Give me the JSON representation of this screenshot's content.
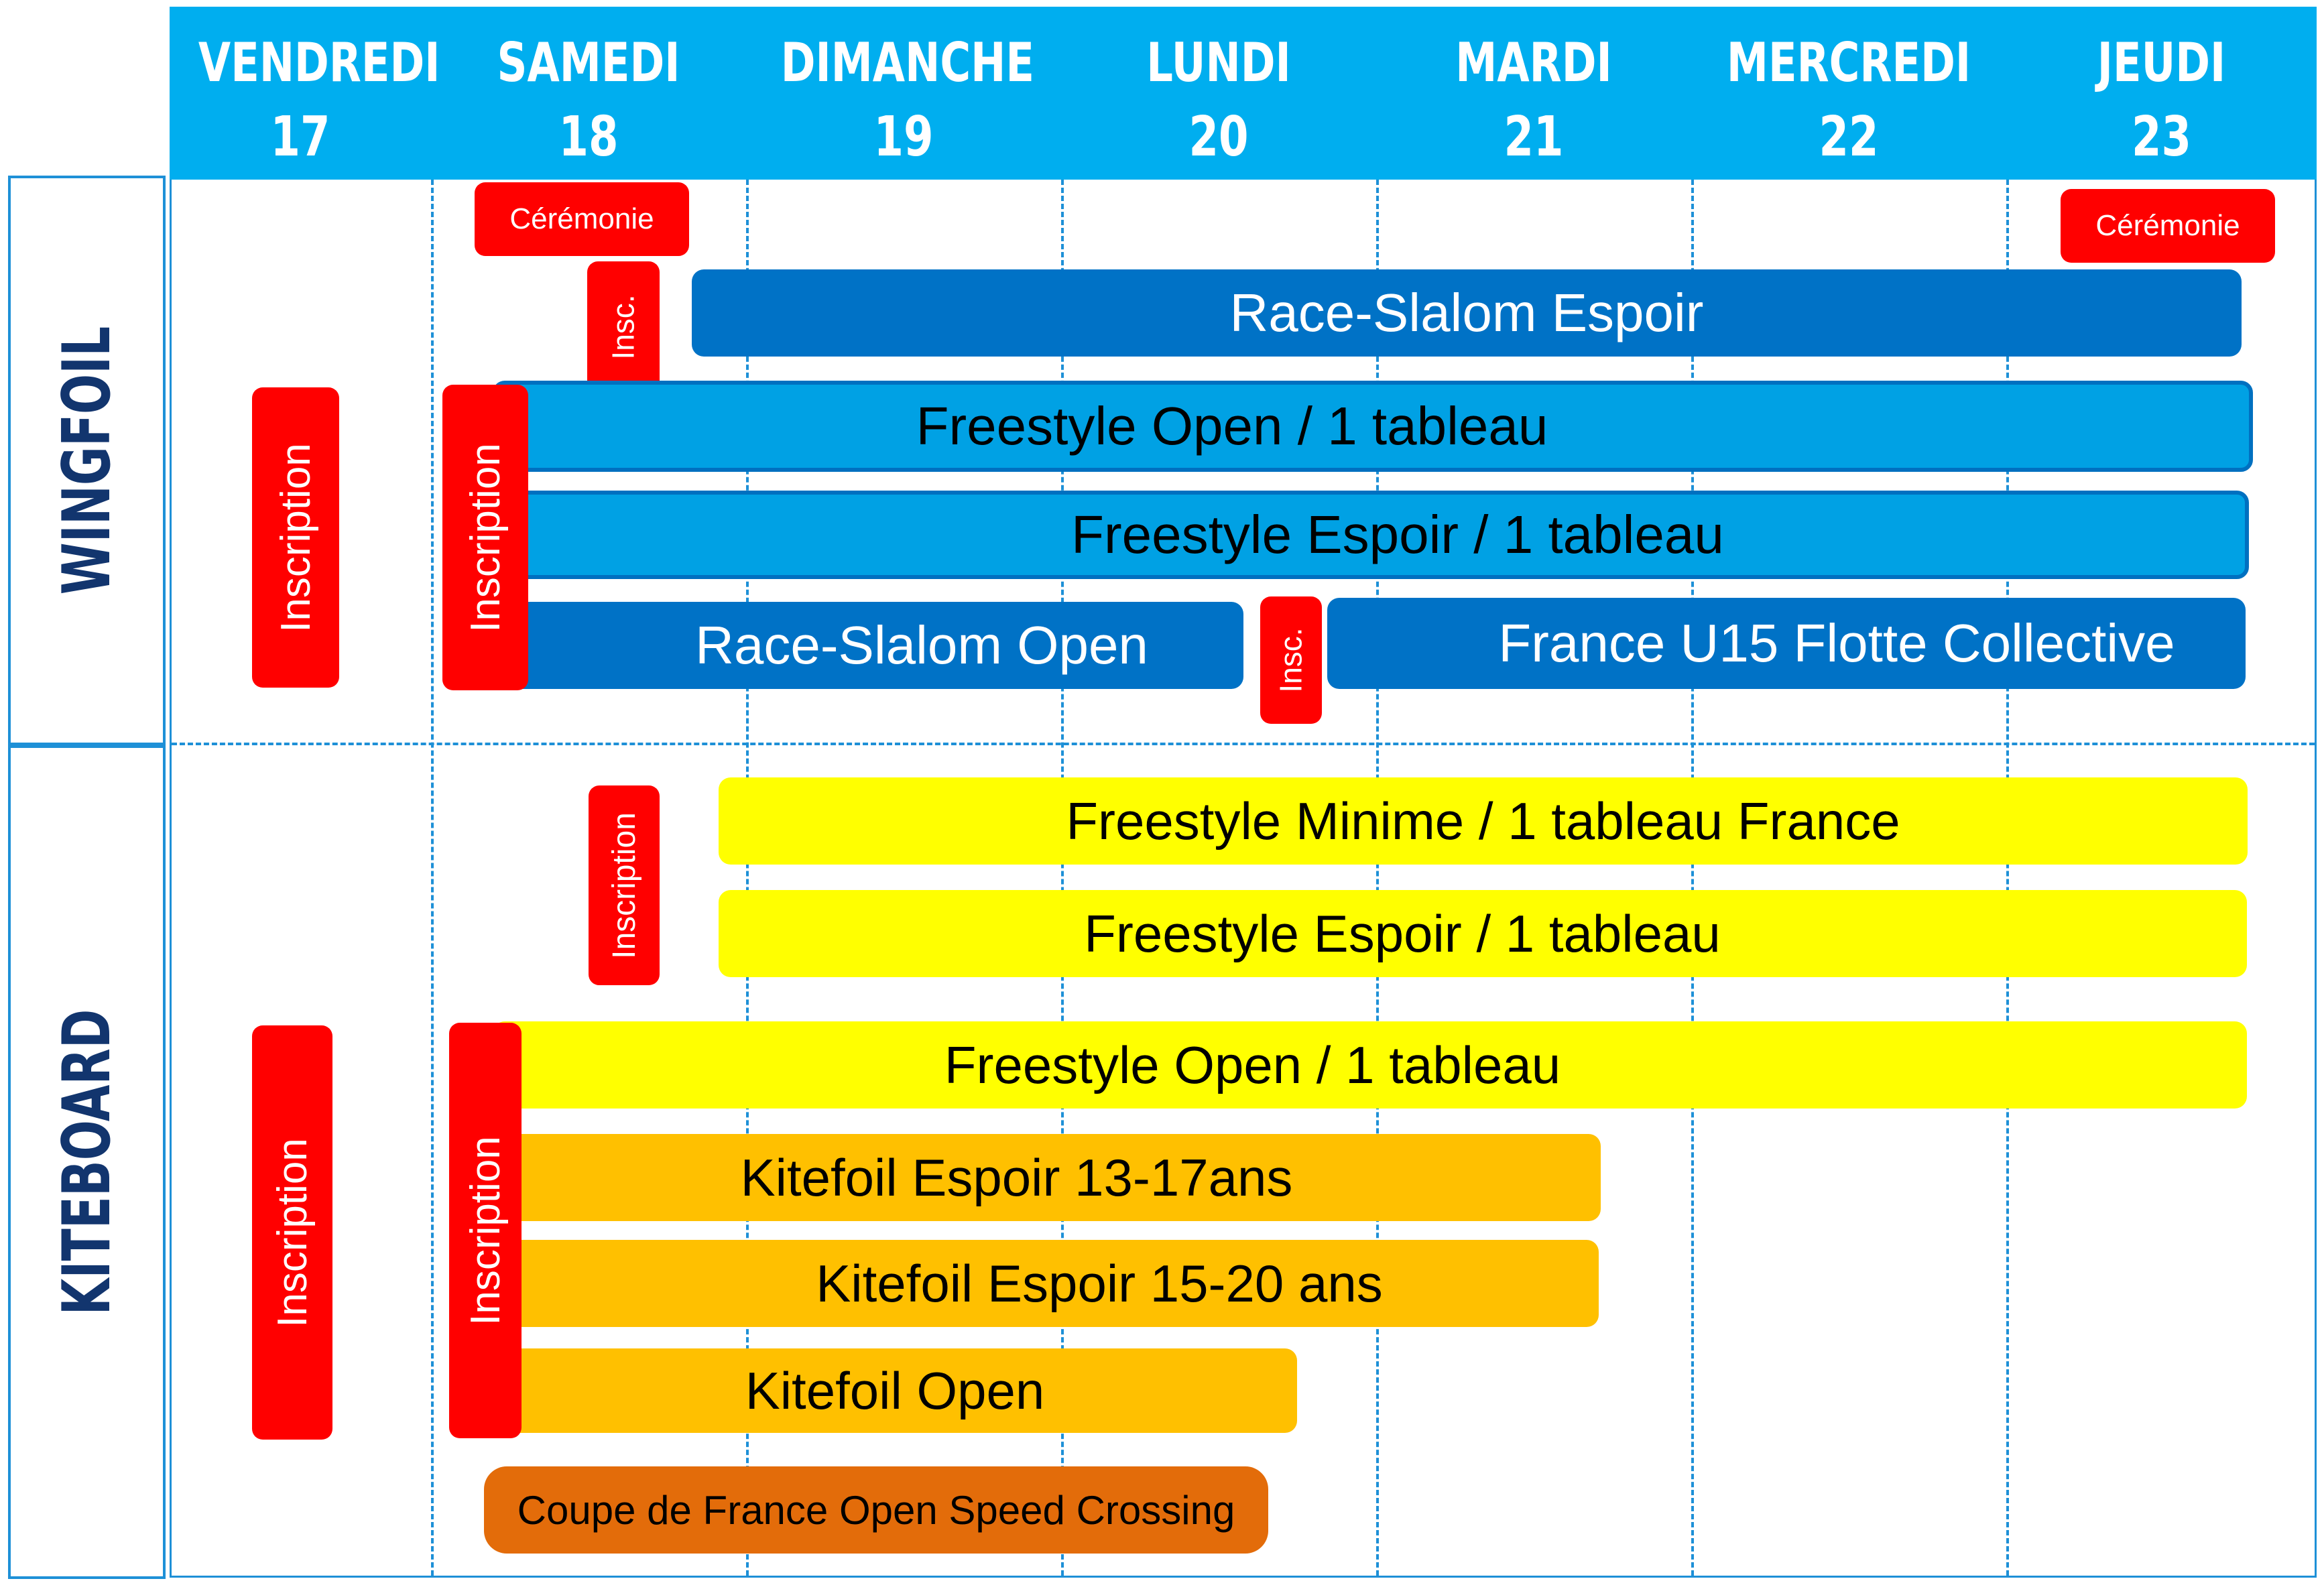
{
  "days": [
    {
      "name": "VENDREDI",
      "num": "17"
    },
    {
      "name": "SAMEDI",
      "num": "18"
    },
    {
      "name": "DIMANCHE",
      "num": "19"
    },
    {
      "name": "LUNDI",
      "num": "20"
    },
    {
      "name": "MARDI",
      "num": "21"
    },
    {
      "name": "MERCREDI",
      "num": "22"
    },
    {
      "name": "JEUDI",
      "num": "23"
    }
  ],
  "sections": {
    "wingfoil": "WINGFOIL",
    "kiteboard": "KITEBOARD"
  },
  "wingfoil": {
    "ceremonie_start": "Cérémonie",
    "ceremonie_end": "Cérémonie",
    "insc_short_1": "Insc.",
    "insc_short_2": "Insc.",
    "inscription_fri": "Inscription",
    "inscription_sat": "Inscription",
    "race_slalom_espoir": "Race-Slalom Espoir",
    "freestyle_open": "Freestyle Open / 1 tableau",
    "freestyle_espoir": "Freestyle Espoir / 1 tableau",
    "race_slalom_open": "Race-Slalom Open",
    "france_u15": "France U15 Flotte Collective"
  },
  "kiteboard": {
    "inscription_sat_top": "Inscription",
    "inscription_fri": "Inscription",
    "inscription_sat": "Inscription",
    "freestyle_minime": "Freestyle Minime / 1 tableau France",
    "freestyle_espoir": "Freestyle Espoir / 1 tableau",
    "freestyle_open": "Freestyle Open / 1 tableau",
    "kitefoil_espoir_13_17": "Kitefoil Espoir 13-17ans",
    "kitefoil_espoir_15_20": "Kitefoil Espoir 15-20 ans",
    "kitefoil_open": "Kitefoil Open",
    "coupe_speed": "Coupe de France Open Speed Crossing"
  },
  "colors": {
    "header": "#00AEEF",
    "section_label": "#12356E",
    "grid_line": "#1E90D7",
    "dark_blue_bar": "#0072C6",
    "light_blue_bar": "#00A1E4",
    "yellow_bar": "#FFFF00",
    "orange_bar": "#FFC000",
    "burnt_orange_bar": "#E36C0A",
    "red_box": "#FF0000"
  }
}
